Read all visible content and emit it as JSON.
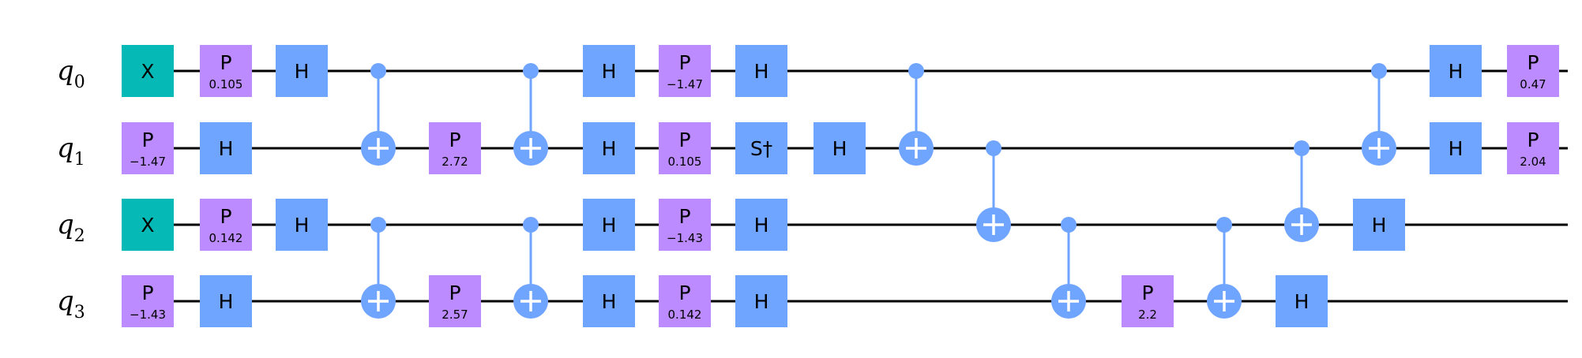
{
  "colors": {
    "wire": "#000000",
    "x_gate": "#05BAB6",
    "p_gate": "#BB8BFF",
    "h_gate": "#6FA4FF",
    "sdg_gate": "#6FA4FF",
    "cnot": "#6FA4FF",
    "text": "#000000"
  },
  "qubits": [
    {
      "name": "q",
      "index": "0"
    },
    {
      "name": "q",
      "index": "1"
    },
    {
      "name": "q",
      "index": "2"
    },
    {
      "name": "q",
      "index": "3"
    }
  ],
  "gates": [
    {
      "type": "X",
      "label": "X",
      "qubit": 0,
      "col": 0
    },
    {
      "type": "P",
      "label": "P",
      "param": "0.105",
      "qubit": 0,
      "col": 1
    },
    {
      "type": "H",
      "label": "H",
      "qubit": 0,
      "col": 2
    },
    {
      "type": "H",
      "label": "H",
      "qubit": 0,
      "col": 6
    },
    {
      "type": "P",
      "label": "P",
      "param": "−1.47",
      "qubit": 0,
      "col": 7
    },
    {
      "type": "H",
      "label": "H",
      "qubit": 0,
      "col": 8
    },
    {
      "type": "H",
      "label": "H",
      "qubit": 0,
      "col": 17
    },
    {
      "type": "P",
      "label": "P",
      "param": "0.47",
      "qubit": 0,
      "col": 18
    },
    {
      "type": "P",
      "label": "P",
      "param": "−1.47",
      "qubit": 1,
      "col": 0
    },
    {
      "type": "H",
      "label": "H",
      "qubit": 1,
      "col": 1
    },
    {
      "type": "P",
      "label": "P",
      "param": "2.72",
      "qubit": 1,
      "col": 4
    },
    {
      "type": "H",
      "label": "H",
      "qubit": 1,
      "col": 6
    },
    {
      "type": "P",
      "label": "P",
      "param": "0.105",
      "qubit": 1,
      "col": 7
    },
    {
      "type": "Sdg",
      "label": "S†",
      "qubit": 1,
      "col": 8
    },
    {
      "type": "H",
      "label": "H",
      "qubit": 1,
      "col": 9
    },
    {
      "type": "H",
      "label": "H",
      "qubit": 1,
      "col": 17
    },
    {
      "type": "P",
      "label": "P",
      "param": "2.04",
      "qubit": 1,
      "col": 18
    },
    {
      "type": "X",
      "label": "X",
      "qubit": 2,
      "col": 0
    },
    {
      "type": "P",
      "label": "P",
      "param": "0.142",
      "qubit": 2,
      "col": 1
    },
    {
      "type": "H",
      "label": "H",
      "qubit": 2,
      "col": 2
    },
    {
      "type": "H",
      "label": "H",
      "qubit": 2,
      "col": 6
    },
    {
      "type": "P",
      "label": "P",
      "param": "−1.43",
      "qubit": 2,
      "col": 7
    },
    {
      "type": "H",
      "label": "H",
      "qubit": 2,
      "col": 8
    },
    {
      "type": "H",
      "label": "H",
      "qubit": 2,
      "col": 16
    },
    {
      "type": "P",
      "label": "P",
      "param": "−1.43",
      "qubit": 3,
      "col": 0
    },
    {
      "type": "H",
      "label": "H",
      "qubit": 3,
      "col": 1
    },
    {
      "type": "P",
      "label": "P",
      "param": "2.57",
      "qubit": 3,
      "col": 4
    },
    {
      "type": "H",
      "label": "H",
      "qubit": 3,
      "col": 6
    },
    {
      "type": "P",
      "label": "P",
      "param": "0.142",
      "qubit": 3,
      "col": 7
    },
    {
      "type": "H",
      "label": "H",
      "qubit": 3,
      "col": 8
    },
    {
      "type": "P",
      "label": "P",
      "param": "2.2",
      "qubit": 3,
      "col": 13
    },
    {
      "type": "H",
      "label": "H",
      "qubit": 3,
      "col": 15
    }
  ],
  "cnots": [
    {
      "control": 0,
      "target": 1,
      "col": 3
    },
    {
      "control": 2,
      "target": 3,
      "col": 3
    },
    {
      "control": 0,
      "target": 1,
      "col": 5
    },
    {
      "control": 2,
      "target": 3,
      "col": 5
    },
    {
      "control": 0,
      "target": 1,
      "col": 10
    },
    {
      "control": 1,
      "target": 2,
      "col": 11
    },
    {
      "control": 2,
      "target": 3,
      "col": 12
    },
    {
      "control": 2,
      "target": 3,
      "col": 14
    },
    {
      "control": 1,
      "target": 2,
      "col": 15
    },
    {
      "control": 0,
      "target": 1,
      "col": 16
    }
  ]
}
